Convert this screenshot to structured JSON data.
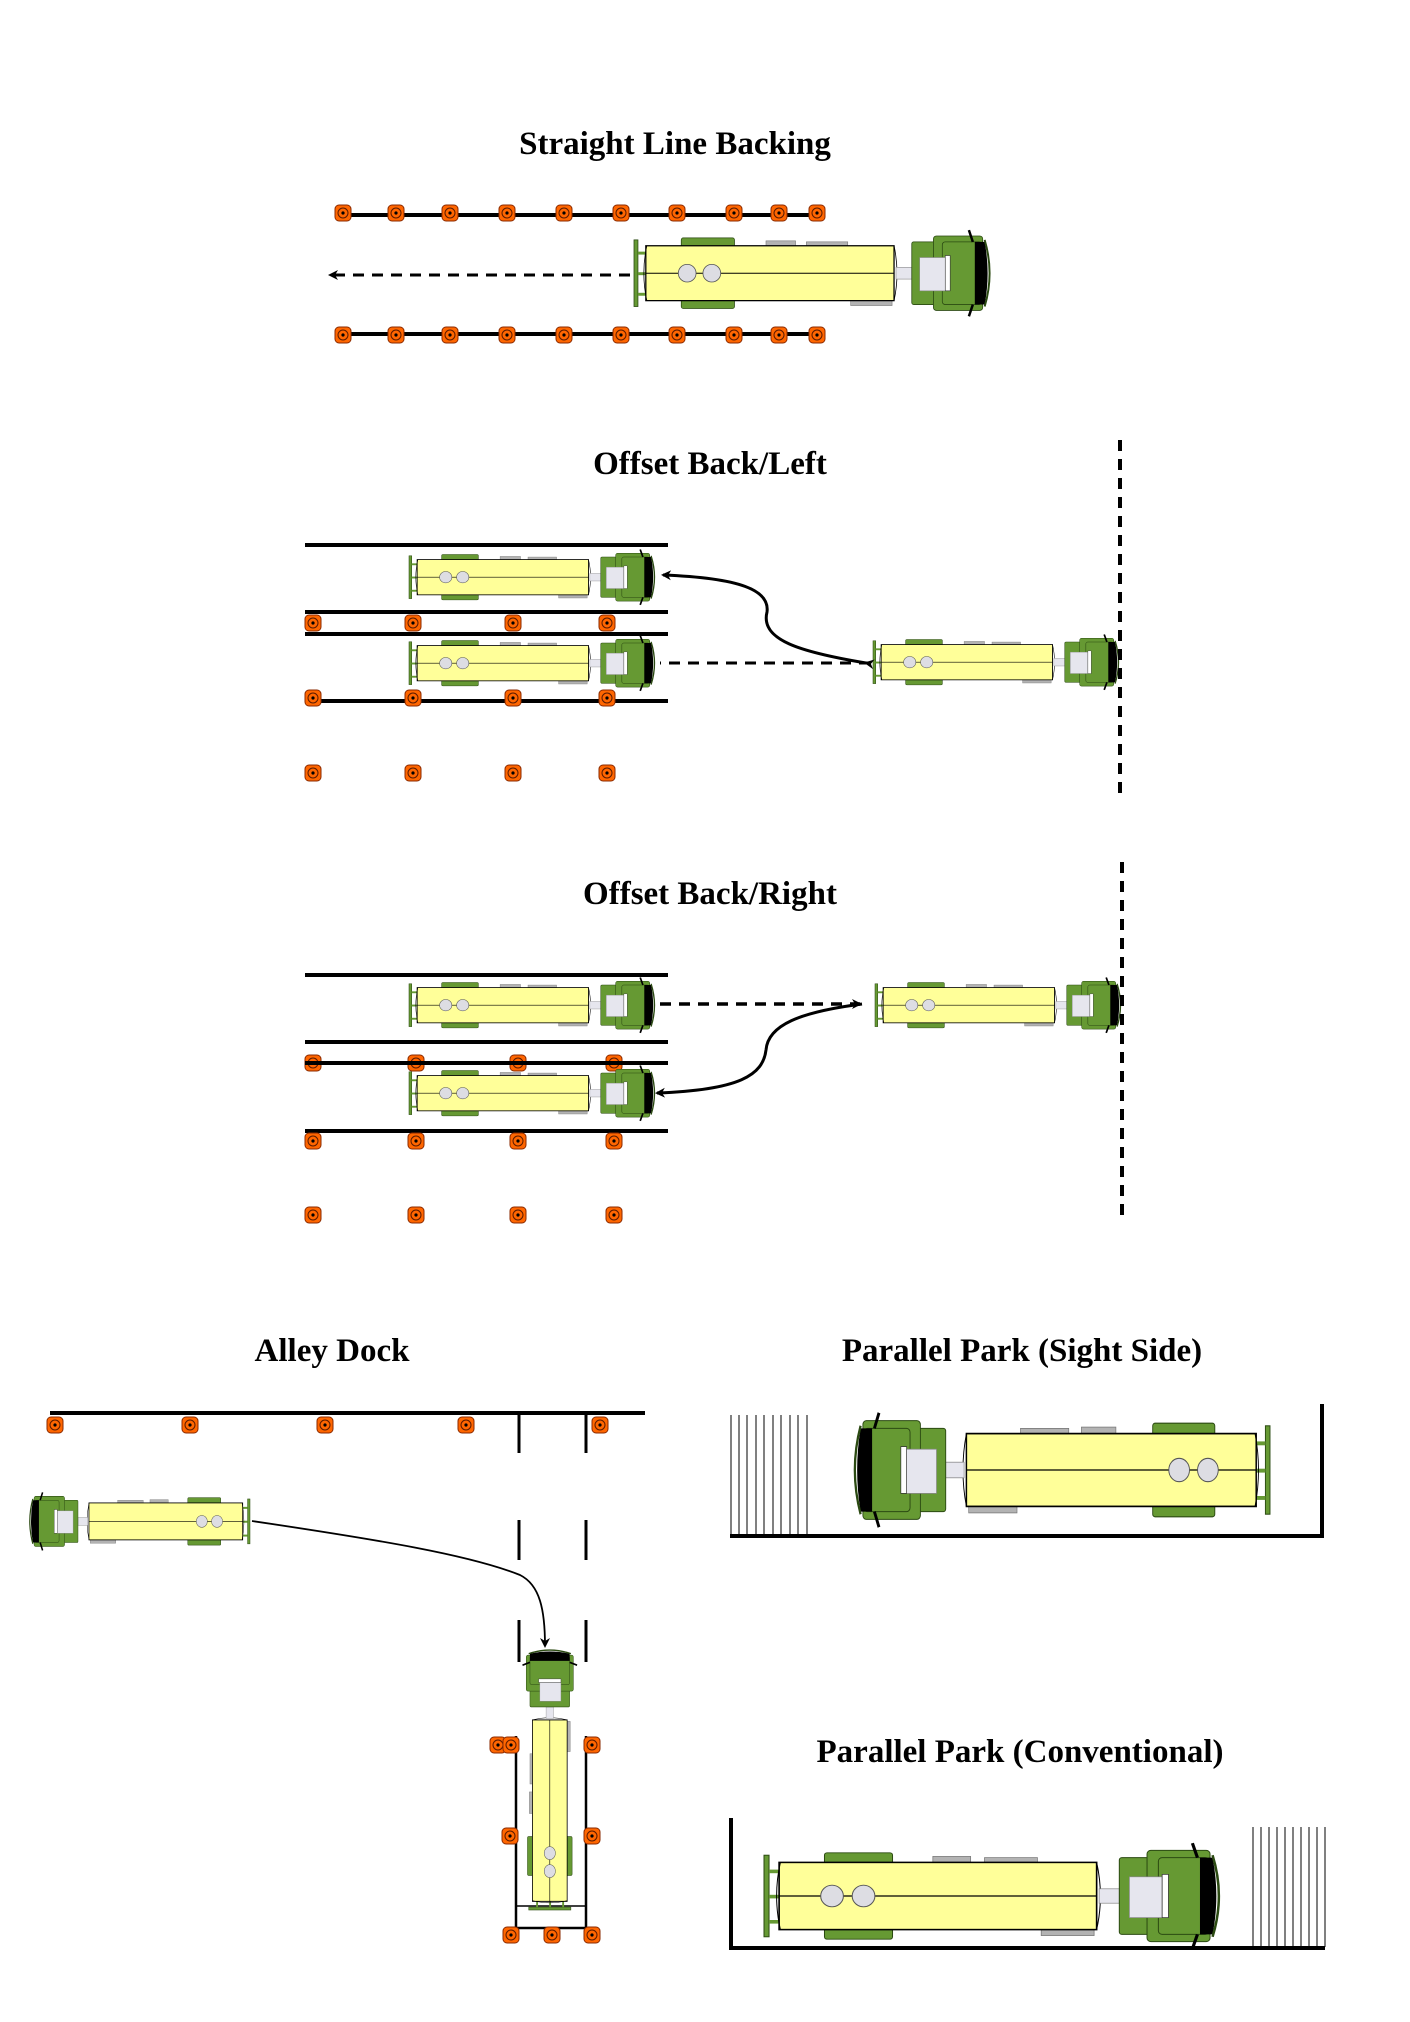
{
  "colors": {
    "tank": "#ffff99",
    "green": "#669933",
    "dark_green": "#3f6b1f",
    "cone": "#ff6600",
    "cone_outline": "#8a2a00",
    "grey": "#b3b3b3",
    "light_grey": "#e6e6ee",
    "line": "#000000"
  },
  "diagrams": [
    {
      "id": "straight",
      "title": "Straight Line Backing"
    },
    {
      "id": "offset_left",
      "title": "Offset Back/Left"
    },
    {
      "id": "offset_right",
      "title": "Offset Back/Right"
    },
    {
      "id": "alley",
      "title": "Alley Dock"
    },
    {
      "id": "parallel_sight",
      "title": "Parallel Park (Sight Side)"
    },
    {
      "id": "parallel_conv",
      "title": "Parallel Park (Conventional)"
    }
  ],
  "icons": {
    "cone": "traffic-cone-icon",
    "truck": "tanker-truck-icon",
    "arrow": "path-arrow-icon"
  }
}
